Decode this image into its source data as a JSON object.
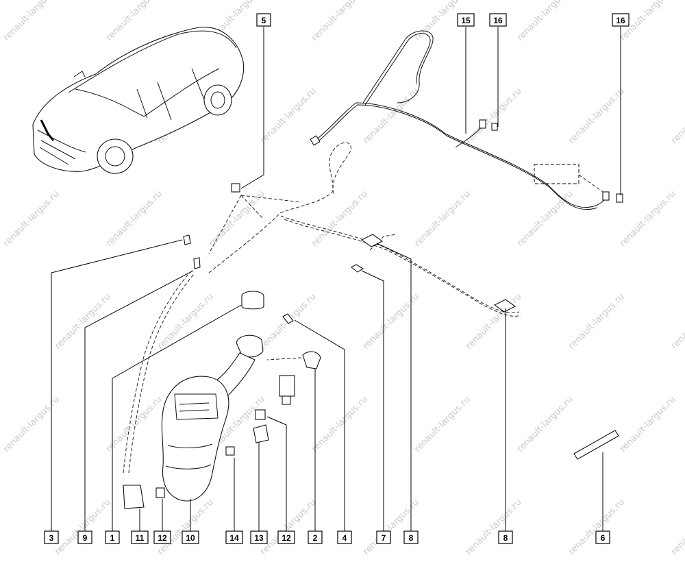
{
  "watermark": "renault-largus.ru",
  "callouts": [
    {
      "id": "c1",
      "label": "1"
    },
    {
      "id": "c2",
      "label": "2"
    },
    {
      "id": "c3",
      "label": "3"
    },
    {
      "id": "c4",
      "label": "4"
    },
    {
      "id": "c5",
      "label": "5"
    },
    {
      "id": "c6",
      "label": "6"
    },
    {
      "id": "c7",
      "label": "7"
    },
    {
      "id": "c8a",
      "label": "8"
    },
    {
      "id": "c8b",
      "label": "8"
    },
    {
      "id": "c9",
      "label": "9"
    },
    {
      "id": "c10",
      "label": "10"
    },
    {
      "id": "c11",
      "label": "11"
    },
    {
      "id": "c12a",
      "label": "12"
    },
    {
      "id": "c12b",
      "label": "12"
    },
    {
      "id": "c13",
      "label": "13"
    },
    {
      "id": "c14",
      "label": "14"
    },
    {
      "id": "c15",
      "label": "15"
    },
    {
      "id": "c16a",
      "label": "16"
    },
    {
      "id": "c16b",
      "label": "16"
    }
  ]
}
